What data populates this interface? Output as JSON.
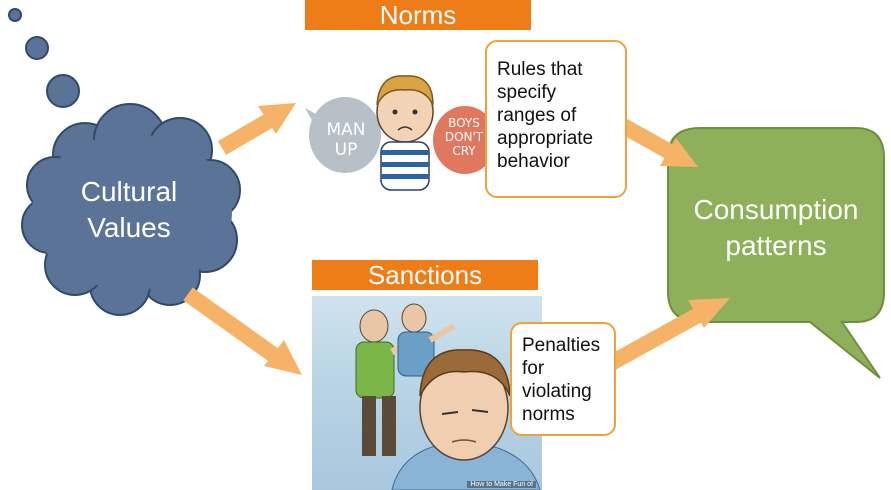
{
  "center_node": {
    "label": "Cultural Values"
  },
  "norms": {
    "title": "Norms",
    "callout": "Rules that specify ranges of appropriate behavior",
    "bubble_left": "MAN UP",
    "bubble_right": "BOYS DON'T CRY"
  },
  "sanctions": {
    "title": "Sanctions",
    "callout": "Penalties for violating norms",
    "watermark": "How to Make Fun of"
  },
  "outcome_node": {
    "label": "Consumption patterns"
  },
  "colors": {
    "cloud": "#5a7396",
    "cloud_edge": "#2f4a6b",
    "title_bar": "#ee7d17",
    "arrow": "#f6b266",
    "callout_border": "#f0a23a",
    "outcome_bubble": "#8eb05a"
  },
  "icons": [
    "thought-bubble-dots",
    "cloud-shape",
    "speech-bubble-shape",
    "arrow"
  ]
}
